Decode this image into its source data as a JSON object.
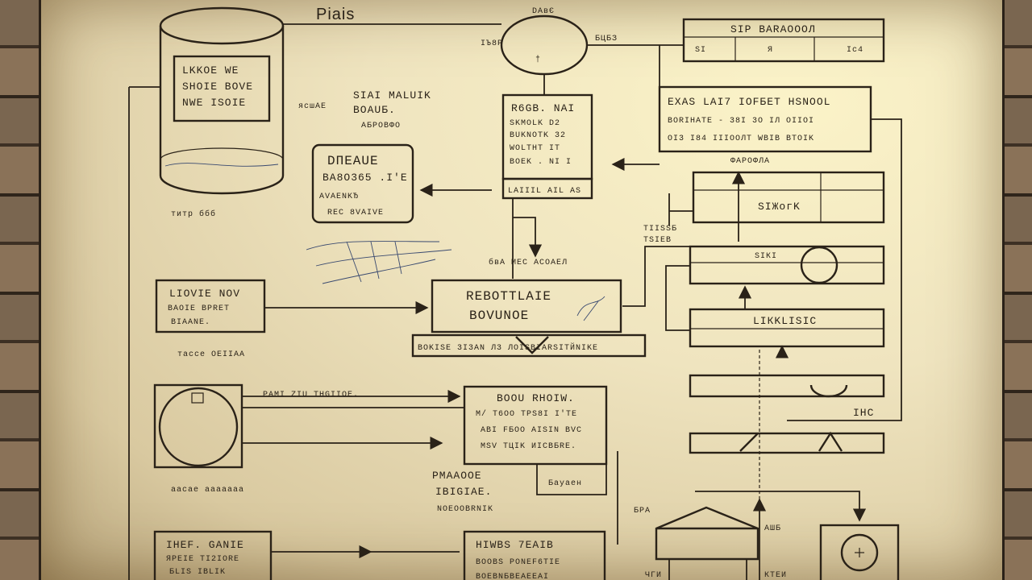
{
  "title": "Piais",
  "top_small_label": "DAвЄ",
  "top_left_ellipse": {
    "left_label": "IЪ8P",
    "right_label": "БЦБЗ"
  },
  "cylinder": {
    "lines": [
      "LKKOE WE",
      "SHOIE BOVE",
      "NWE ISOIE"
    ],
    "side_note": "ясшАЕ",
    "bottom_note": "титр ббб"
  },
  "handwritten_note": {
    "lines": [
      "SIAI MALUIK",
      "BOAUБ."
    ],
    "sub": "АБРОВФО"
  },
  "rounded_box": {
    "lines": [
      "DПEAUE",
      "BA8O365 .I'E",
      "AVAENKЂ",
      "REC 8VAIVE"
    ]
  },
  "tall_box": {
    "lines": [
      "R6GB. NAI",
      "SKMOLK D2",
      "BUKNOTK 32",
      "WOLTHT IT",
      "BOEK . NI I"
    ],
    "footer": "LAIIIL  AIL  AS"
  },
  "top_right_table": {
    "header": "SIP BARAOООЛ",
    "cols": [
      "SI",
      "Я",
      "Iс4"
    ]
  },
  "wide_box": {
    "lines": [
      "EXAS LAI7 IOFБET HSNOOL",
      "BORIHATE - 38I 3O IЛ OIIOI",
      "OI3 I84 IIIOOЛT WBIB BTOIK"
    ]
  },
  "rt_label_mid": "ФАРОФЛА",
  "rt_row1": "SIЖогK",
  "rt_row2_label": "SIКI",
  "rt_row3": "LIКKLISIC",
  "rt_row4_right": "IHC",
  "side_labels_right": [
    "TIISSБ",
    "TSIEB"
  ],
  "left_box_mid": {
    "lines": [
      "LIOVIE NOV",
      "BAOIЕ BPRET",
      "BIAANE."
    ],
    "note": "тассе  ОЕIIAA"
  },
  "center_box": {
    "lines": [
      "REBOTTLAIE",
      "BOVUNOE"
    ],
    "footer": "BOKISE  3I3AN  Л3  ЛOISBIARSITЙNIKE"
  },
  "scribble_note": "бвА МЕС АСОАЕЛ",
  "circle_group": {
    "arrow_label": "PAMI ZIU THGIIOE.",
    "note": "аасае  ааааааа"
  },
  "mid_box": {
    "lines": [
      "BOOU RHOIW.",
      "M/ T6OO ТРS8I I'TE",
      "ABI FБOO AISIN BVC",
      "MSV ТЦIK ИICBБRE."
    ]
  },
  "small_right_note": "Бауаен",
  "bottom_center_labels": [
    "PMAAOOE",
    "IBIGIAE.",
    "NOEOOBRNIK"
  ],
  "bottom_left_box": {
    "lines": [
      "IHEF.  GANIE",
      "ЯPEIE  TI2IORE",
      "БLIS IBLIK"
    ]
  },
  "bottom_mid_box": {
    "lines": [
      "HIWBS 7EAIB",
      "BOOBS PONEF6TIE",
      "BOEBNБBEАEEAI"
    ]
  },
  "bottom_right_labels": [
    "БРА",
    "АШБ",
    "КТЕИ",
    "ЧГИ"
  ]
}
